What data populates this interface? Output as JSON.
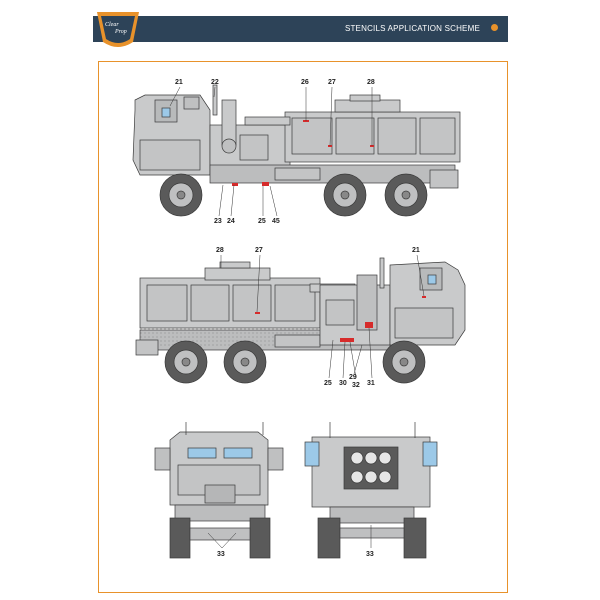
{
  "header": {
    "title": "STENCILS APPLICATION SCHEME",
    "accent_color": "#e8922b",
    "bar_color": "#2d4358"
  },
  "logo": {
    "icon": "brand-logo-icon"
  },
  "callouts": {
    "side1": [
      "21",
      "22",
      "26",
      "27",
      "28",
      "23",
      "24",
      "25",
      "45"
    ],
    "side2": [
      "28",
      "27",
      "21",
      "25",
      "30",
      "29",
      "32",
      "31"
    ],
    "front": "33",
    "rear": "33"
  },
  "colors": {
    "vehicle_gray": "#c9cacb",
    "outline": "#3a3a3a",
    "tire": "#5a5a5a",
    "stencil_red": "#d62b2b",
    "glass": "#9cc9e8"
  }
}
